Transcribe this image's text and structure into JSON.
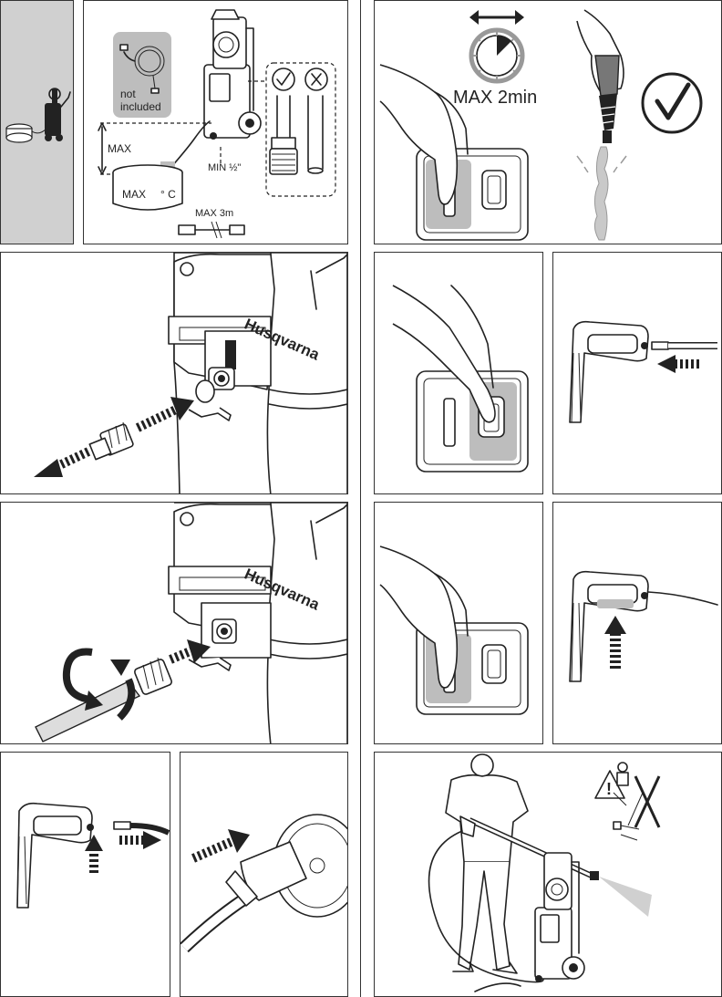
{
  "connection_panel": {
    "hose_label_line1": "not",
    "hose_label_line2": "included",
    "max_height_label": "MAX",
    "max_temp_label": "MAX",
    "temp_unit_label": "° C",
    "min_diameter_label": "MIN ½\"",
    "max_length_label": "MAX 3m",
    "filter_ok_icon": "check-icon",
    "filter_not_ok_icon": "x-icon"
  },
  "inlet_panel": {
    "brand_label": "Husqvarna"
  },
  "hose_panel": {
    "brand_label": "Husqvarna"
  },
  "purge_panel": {
    "max_time_label": "MAX 2min",
    "ok_icon": "check-icon"
  },
  "safety_panel": {
    "warning_icon": "warning-triangle-icon"
  },
  "colors": {
    "line": "#222222",
    "highlight_grey": "#bdbdbd",
    "tab_grey": "#d0d0d0"
  }
}
